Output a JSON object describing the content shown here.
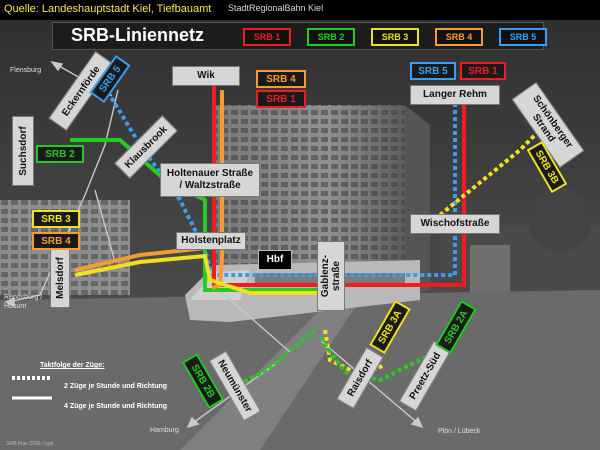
{
  "header": {
    "source": "Quelle: Landeshauptstadt Kiel, Tiefbauamt",
    "org": "StadtRegionalBahn Kiel",
    "title": "SRB-Liniennetz"
  },
  "legend": [
    {
      "label": "SRB 1",
      "color": "#ee1c25"
    },
    {
      "label": "SRB 2",
      "color": "#22cc22"
    },
    {
      "label": "SRB 3",
      "color": "#f0e020"
    },
    {
      "label": "SRB 4",
      "color": "#f39c34"
    },
    {
      "label": "SRB 5",
      "color": "#3a9ef0"
    }
  ],
  "stations": {
    "wik": "Wik",
    "langer_rehm": "Langer Rehm",
    "schoenberger_strand": "Schönberger Strand",
    "eckernfoerde": "Eckernförde",
    "suchsdorf": "Suchsdorf",
    "klausbrook": "Klausbrook",
    "holtenauer_1": "Holtenauer Straße",
    "holtenauer_2": "/  Waltzstraße",
    "holstenplatz": "Holstenplatz",
    "hbf": "Hbf",
    "gablenz_1": "Gablenz-",
    "gablenz_2": "straße",
    "wischofstrasse": "Wischofstraße",
    "melsdorf": "Melsdorf",
    "neumuenster": "Neumünster",
    "raisdorf": "Raisdorf",
    "preetz_sued": "Preetz-Süd"
  },
  "line_tags": {
    "srb5_nw": "SRB 5",
    "srb2_w": "SRB 2",
    "srb4_wik": "SRB 4",
    "srb1_wik": "SRB 1",
    "srb5_ne": "SRB 5",
    "srb1_ne": "SRB 1",
    "srb3b": "SRB 3B",
    "srb3_w": "SRB 3",
    "srb4_w": "SRB 4",
    "srb2b": "SRB 2B",
    "srb3a": "SRB 3A",
    "srb2a": "SRB 2A"
  },
  "destinations": {
    "flensburg": "Flensburg",
    "rendsburg_1": "Rendsburg /",
    "rendsburg_2": "Husum",
    "hamburg": "Hamburg",
    "ploen": "Plön / Lübeck"
  },
  "key": {
    "title": "Taktfolge der Züge:",
    "dotted": "2 Züge je Stunde und Richtung",
    "solid": "4 Züge je Stunde und Richtung"
  },
  "footer": "SRB-Plan 2006-7.ppt"
}
